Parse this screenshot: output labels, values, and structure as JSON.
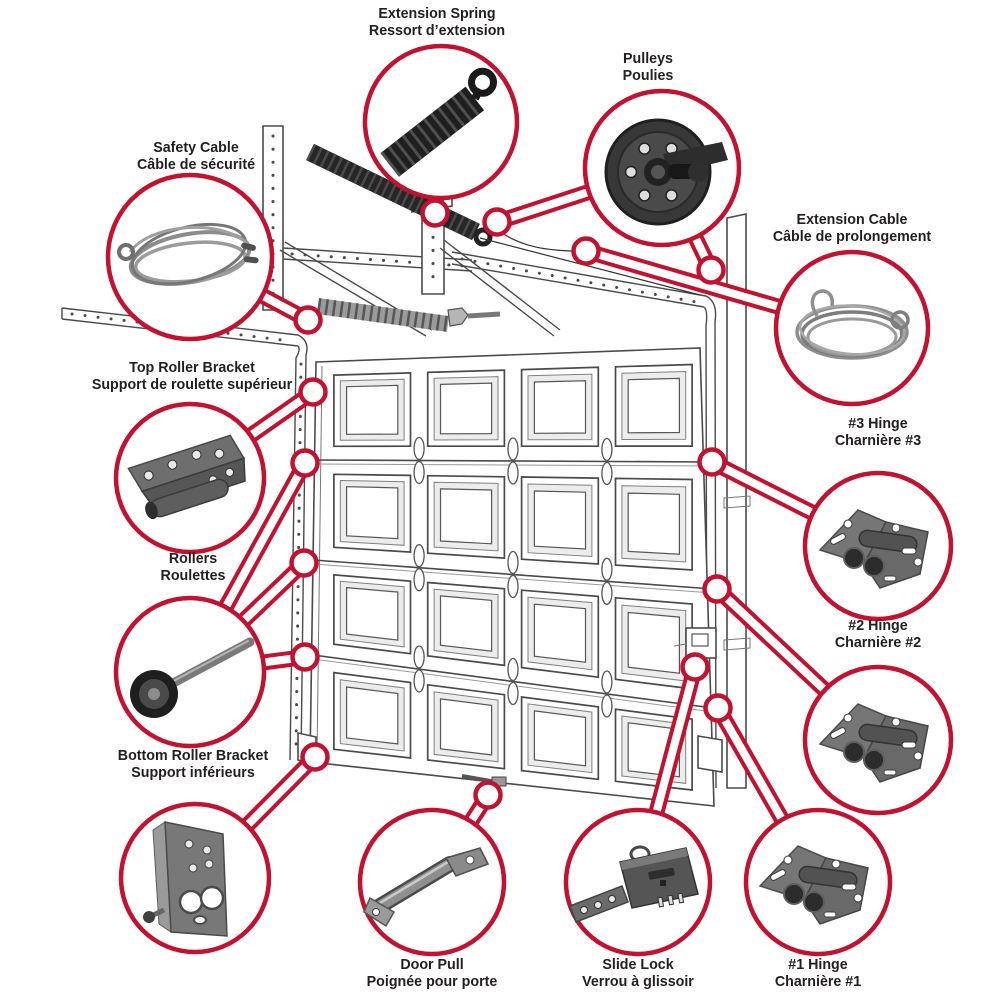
{
  "diagram": {
    "type": "labeled-parts-diagram",
    "subject": "garage door hardware",
    "colors": {
      "callout": "#c3122f",
      "text": "#231f20",
      "line_art": "#4a4a4a"
    },
    "parts": [
      {
        "name": "extension-spring",
        "label_en": "Extension Spring",
        "label_fr": "Ressort d’extension"
      },
      {
        "name": "pulleys",
        "label_en": "Pulleys",
        "label_fr": "Poulies"
      },
      {
        "name": "safety-cable",
        "label_en": "Safety Cable",
        "label_fr": "Câble de sécurité"
      },
      {
        "name": "extension-cable",
        "label_en": "Extension Cable",
        "label_fr": "Câble de prolongement"
      },
      {
        "name": "top-roller-bracket",
        "label_en": "Top Roller Bracket",
        "label_fr": "Support de roulette supérieur"
      },
      {
        "name": "rollers",
        "label_en": "Rollers",
        "label_fr": "Roulettes"
      },
      {
        "name": "hinge-3",
        "label_en": "#3 Hinge",
        "label_fr": "Charnière #3"
      },
      {
        "name": "hinge-2",
        "label_en": "#2 Hinge",
        "label_fr": "Charnière #2"
      },
      {
        "name": "bottom-roller-bracket",
        "label_en": "Bottom Roller Bracket",
        "label_fr": "Support inférieurs"
      },
      {
        "name": "door-pull",
        "label_en": "Door Pull",
        "label_fr": "Poignée pour porte"
      },
      {
        "name": "slide-lock",
        "label_en": "Slide Lock",
        "label_fr": "Verrou à glissoir"
      },
      {
        "name": "hinge-1",
        "label_en": "#1 Hinge",
        "label_fr": "Charnière #1"
      }
    ]
  }
}
